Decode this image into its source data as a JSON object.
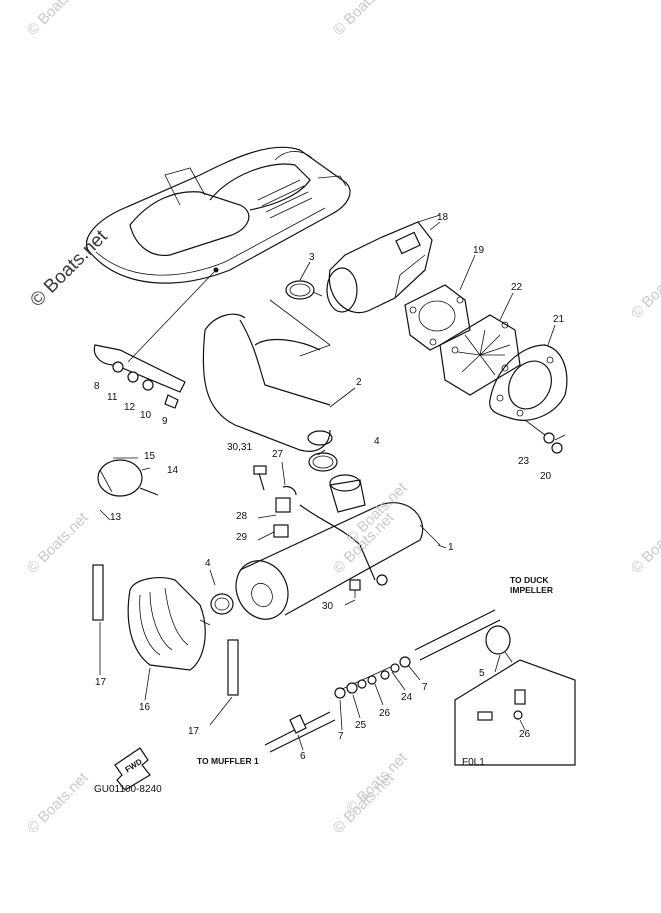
{
  "watermarks": {
    "small": "© Boats.net",
    "large": "© Boats.net"
  },
  "callouts": {
    "c1": "1",
    "c2": "2",
    "c3": "3",
    "c4a": "4",
    "c4b": "4",
    "c5": "5",
    "c6": "6",
    "c7a": "7",
    "c7b": "7",
    "c8": "8",
    "c9": "9",
    "c10": "10",
    "c11": "11",
    "c12": "12",
    "c13": "13",
    "c14": "14",
    "c15": "15",
    "c16": "16",
    "c17a": "17",
    "c17b": "17",
    "c18": "18",
    "c19": "19",
    "c20": "20",
    "c21": "21",
    "c22": "22",
    "c23": "23",
    "c24": "24",
    "c25": "25",
    "c26a": "26",
    "c26b": "26",
    "c27": "27",
    "c28": "28",
    "c29": "29",
    "c30a": "30,31",
    "c30b": "30"
  },
  "notes": {
    "to_duck_line1": "TO DUCK",
    "to_duck_line2": "IMPELLER",
    "to_muffler": "TO MUFFLER 1",
    "fwd": "FWD",
    "fol1": "F0L1"
  },
  "figure_code": "GU01100-8240"
}
